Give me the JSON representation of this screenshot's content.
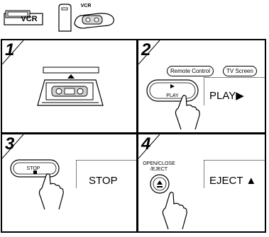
{
  "header": {
    "vcr_logo_text": "VCR",
    "remote_vcr_button_text": "VCR"
  },
  "steps": [
    {
      "number": "1"
    },
    {
      "number": "2",
      "bubbles": [
        "Remote Control",
        "TV Screen"
      ],
      "button_label": "PLAY",
      "screen_text": "PLAY▶"
    },
    {
      "number": "3",
      "button_label": "STOP",
      "screen_text": "STOP"
    },
    {
      "number": "4",
      "button_label_line1": "OPEN/CLOSE",
      "button_label_line2": "/EJECT",
      "screen_text": "EJECT ▲"
    }
  ]
}
